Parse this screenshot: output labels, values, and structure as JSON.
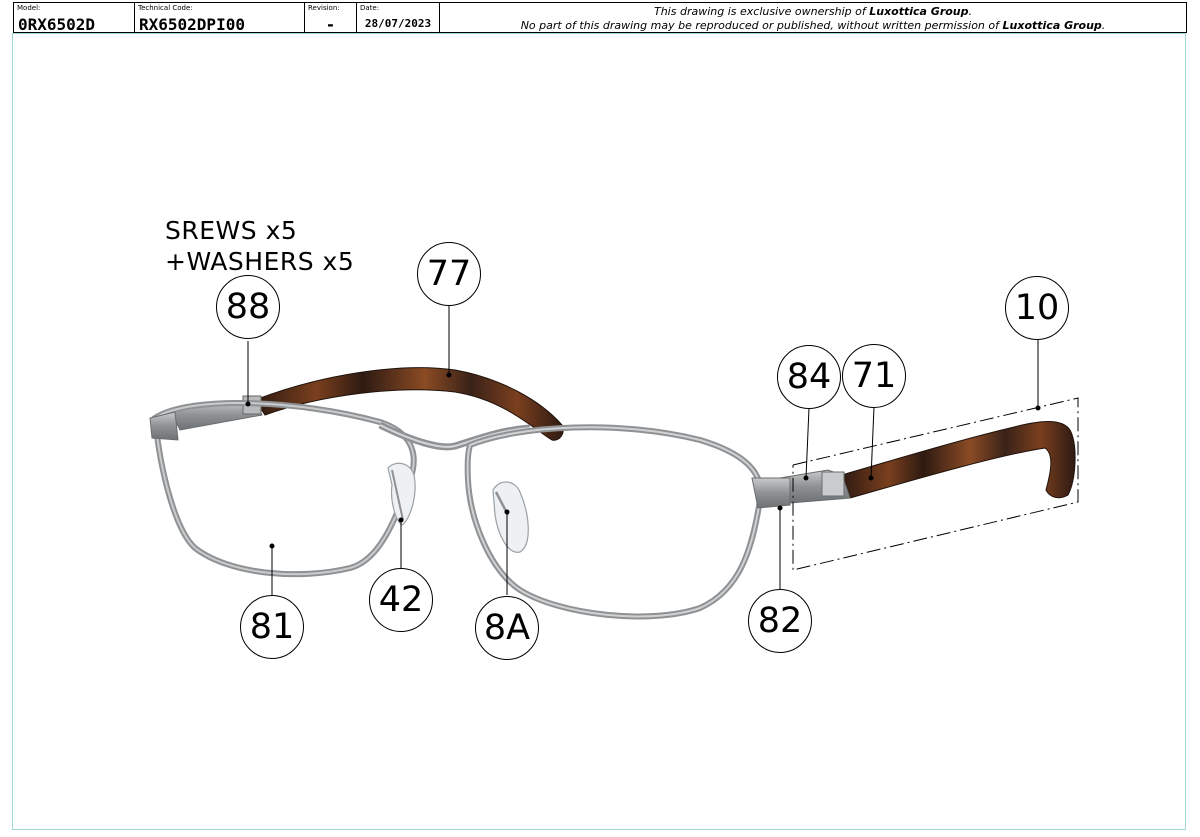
{
  "title_block": {
    "model_label": "Model:",
    "model_value": "0RX6502D",
    "tech_label": "Technical Code:",
    "tech_value": "RX6502DPI00",
    "revision_label": "Revision:",
    "revision_value": "-",
    "date_label": "Date:",
    "date_value": "28/07/2023",
    "notice_1_pre": "This drawing is exclusive ownership of ",
    "notice_1_bold": "Luxottica Group",
    "notice_1_post": ".",
    "notice_2_pre": "No part of this drawing may be reproduced or published, without written permission of ",
    "notice_2_bold": "Luxottica Group",
    "notice_2_post": "."
  },
  "notes": {
    "line_1": "SREWS x5",
    "line_2": "+WASHERS x5"
  },
  "callouts": {
    "c88": "88",
    "c77": "77",
    "c10": "10",
    "c84": "84",
    "c71": "71",
    "c42": "42",
    "c81": "81",
    "c8a": "8A",
    "c82": "82"
  },
  "colors": {
    "metal": "#8f9294",
    "tortoise_dark": "#3a2218",
    "tortoise_light": "#8a4a26",
    "frame_border": "#9fd8d4"
  }
}
